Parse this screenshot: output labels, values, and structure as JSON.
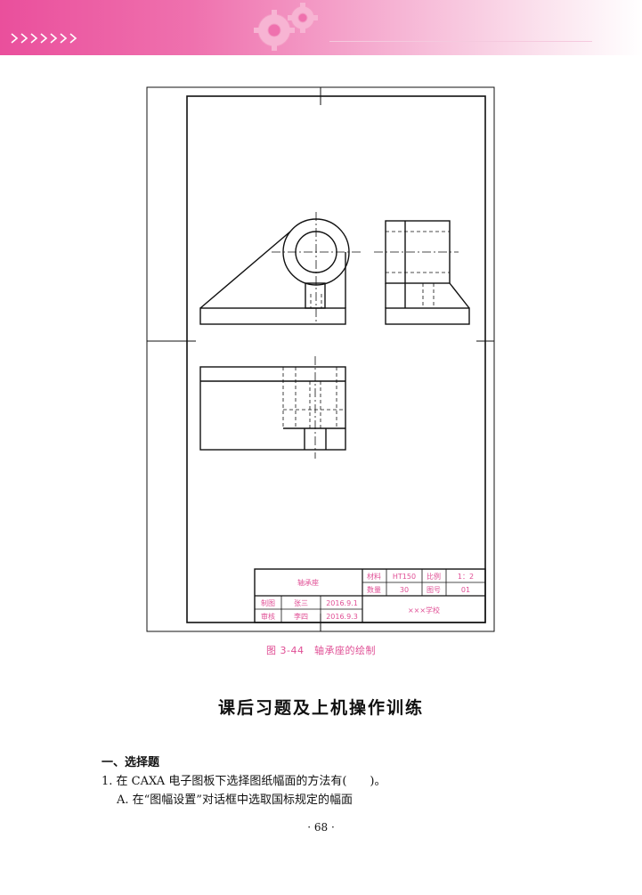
{
  "header": {
    "chevrons": ">>>>>>>",
    "colors": {
      "banner_start": "#ea4f9c",
      "banner_end": "#ffffff",
      "accent": "#e04f95"
    }
  },
  "drawing": {
    "title_block": {
      "part_name": "轴承座",
      "material_label": "材料",
      "material_value": "HT150",
      "scale_label": "比例",
      "scale_value": "1：2",
      "quantity_label": "数量",
      "quantity_value": "30",
      "drawing_no_label": "图号",
      "drawing_no_value": "01",
      "drawn_label": "制图",
      "drawn_name": "张三",
      "drawn_date": "2016.9.1",
      "checked_label": "审核",
      "checked_name": "李四",
      "checked_date": "2016.9.3",
      "school": "×××学校"
    }
  },
  "caption": "图 3-44　轴承座的绘制",
  "section_title": "课后习题及上机操作训练",
  "subhead": "一、选择题",
  "question": "1. 在 CAXA 电子图板下选择图纸幅面的方法有(　　)。",
  "option_a": "A. 在“图幅设置”对话框中选取国标规定的幅面",
  "page_number": "· 68 ·"
}
